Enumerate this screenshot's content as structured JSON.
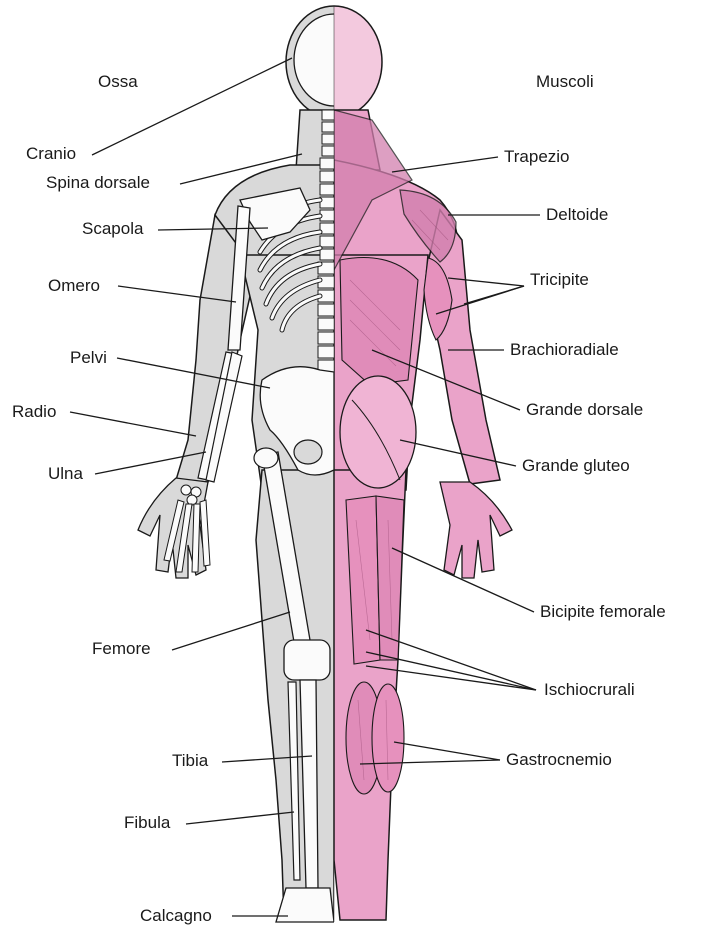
{
  "headings": {
    "bones": "Ossa",
    "muscles": "Muscoli"
  },
  "bone_labels": {
    "cranio": "Cranio",
    "spina_dorsale": "Spina dorsale",
    "scapola": "Scapola",
    "omero": "Omero",
    "pelvi": "Pelvi",
    "radio": "Radio",
    "ulna": "Ulna",
    "femore": "Femore",
    "tibia": "Tibia",
    "fibula": "Fibula",
    "calcagno": "Calcagno"
  },
  "muscle_labels": {
    "trapezio": "Trapezio",
    "deltoide": "Deltoide",
    "tricipite": "Tricipite",
    "brachioradiale": "Brachioradiale",
    "grande_dorsale": "Grande dorsale",
    "grande_gluteo": "Grande gluteo",
    "bicipite_femorale": "Bicipite femorale",
    "ischiocrurali": "Ischiocrurali",
    "gastrocnemio": "Gastrocnemio"
  },
  "colors": {
    "skin_gray": "#d9d9d9",
    "bone_white": "#fbfbfb",
    "muscle_pink": "#eaa3c9",
    "muscle_dark": "#d27fae",
    "outline": "#1a1a1a"
  }
}
